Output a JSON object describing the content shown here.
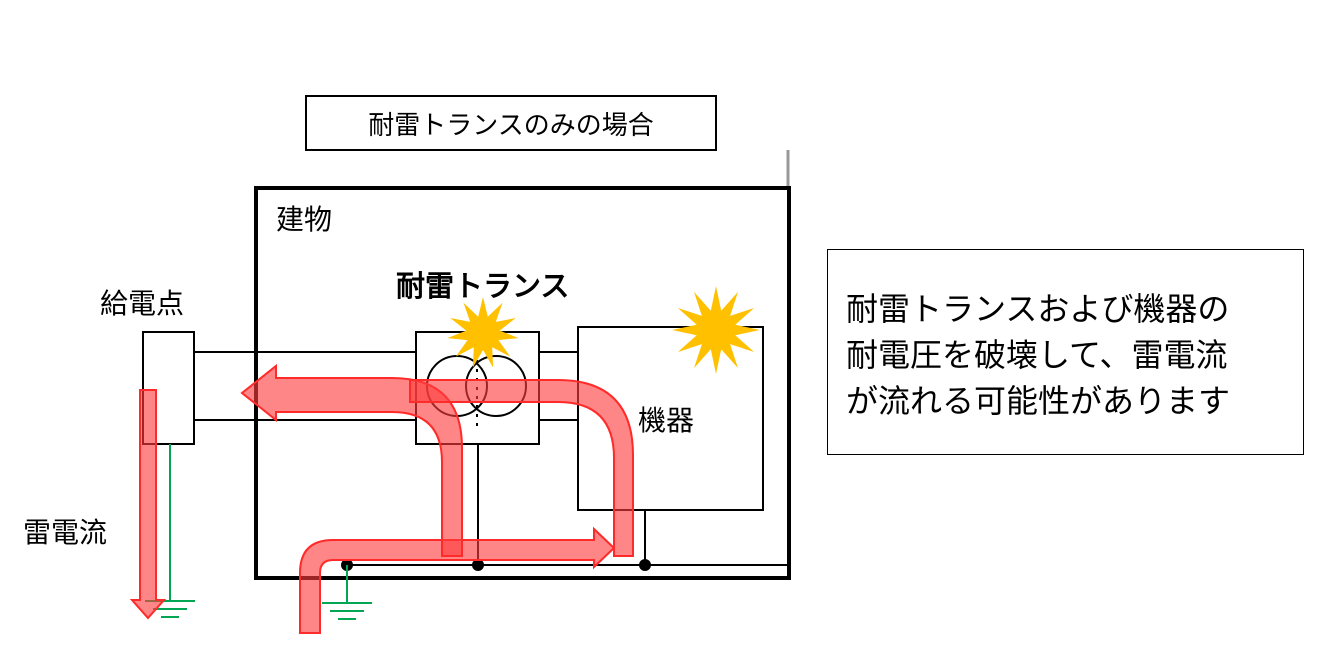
{
  "title": "耐雷トランスのみの場合",
  "building_label": "建物",
  "transformer_label": "耐雷トランス",
  "feed_point_label": "給電点",
  "equipment_label": "機器",
  "lightning_current_label": "雷電流",
  "note_lines": [
    "耐雷トランスおよび機器の",
    "耐電圧を破壊して、雷電流",
    "が流れる可能性があります"
  ],
  "colors": {
    "current_arrow": "#ff3b3b",
    "burst": "#ffc000",
    "ground_wire": "#00a651",
    "line": "#000000"
  },
  "icons": {
    "burst": "explosion-burst-icon",
    "ground": "ground-symbol-icon"
  }
}
